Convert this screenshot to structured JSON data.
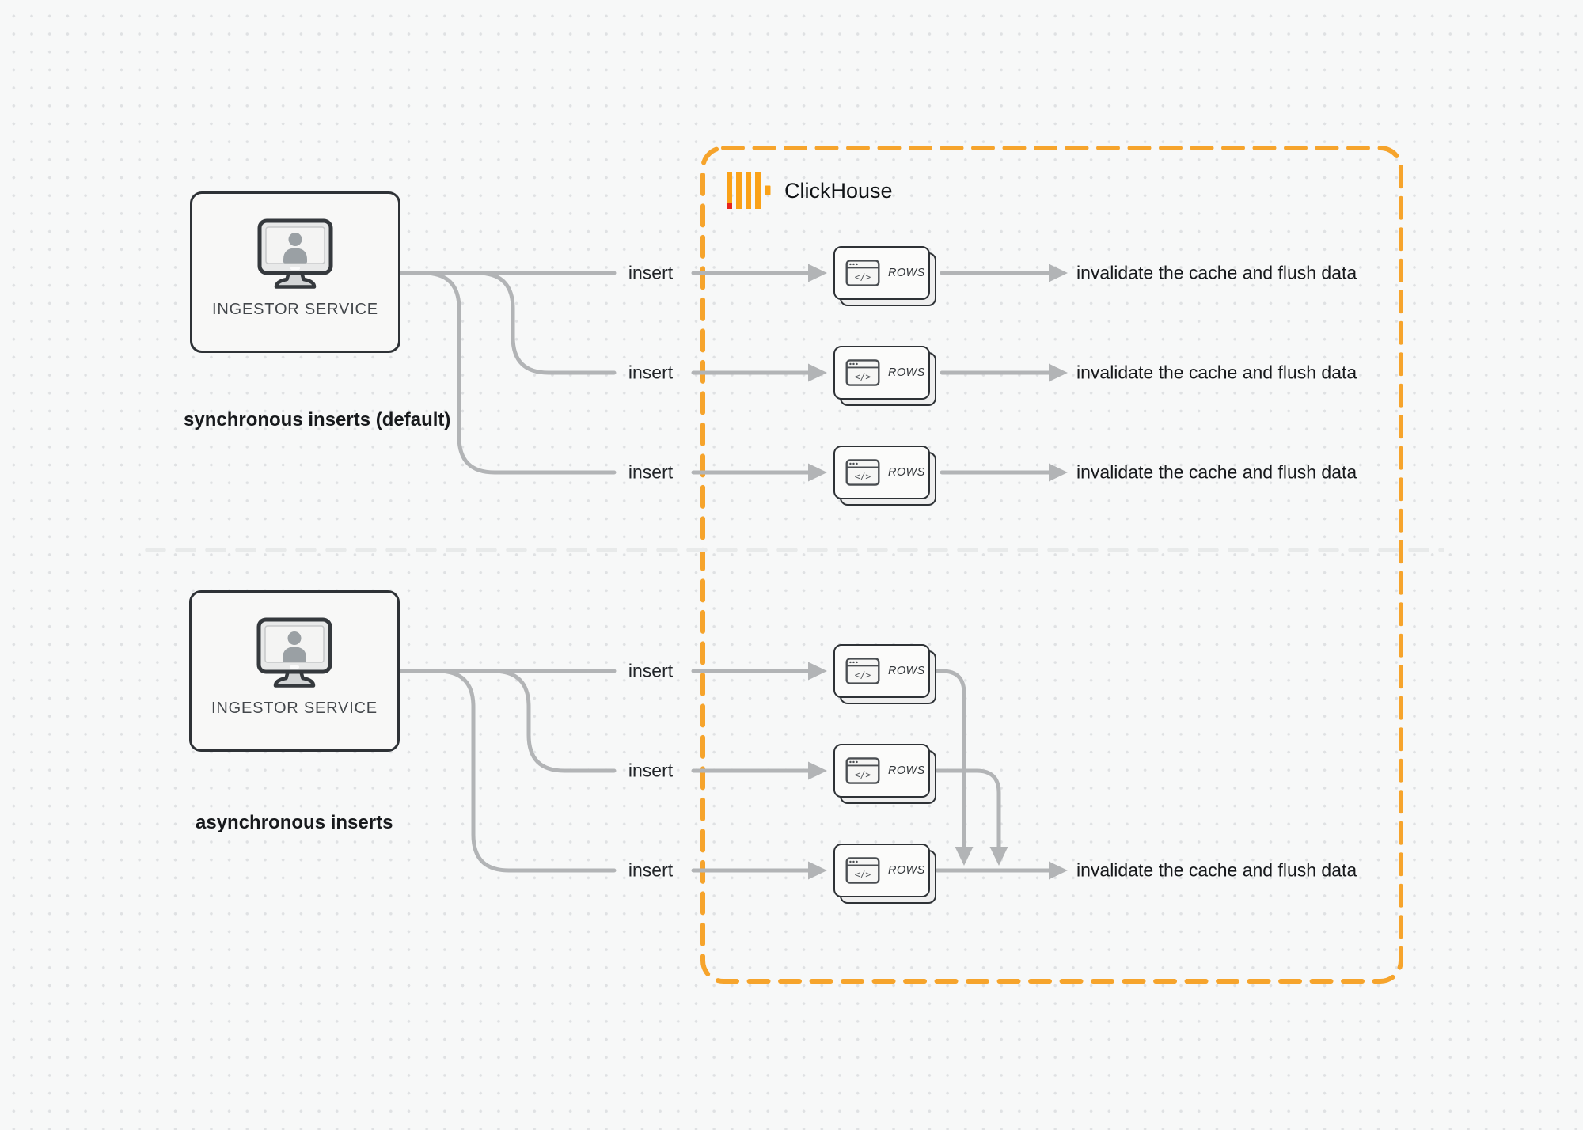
{
  "colors": {
    "background": "#f7f8f8",
    "dot_grid": "#dfe1e3",
    "connector_gray": "#b2b4b6",
    "node_border": "#2e3236",
    "node_fill": "#f8f8f7",
    "orange_accent": "#f6a42c",
    "logo_yellow": "#faa219",
    "logo_red": "#e8251c",
    "divider_gray": "#e8eaea",
    "text_dark": "#17191c",
    "card_fill": "#fbfbfa",
    "card_back_fill": "#eeeeee",
    "silhouette_gray": "#9aa0a4"
  },
  "glyphs": {
    "code_window": "</>"
  },
  "clickhouse": {
    "label": "ClickHouse",
    "logo_icon": "clickhouse-bars-logo"
  },
  "sections": [
    {
      "id": "synchronous-inserts",
      "title": "synchronous inserts (default)",
      "service": {
        "label": "INGESTOR SERVICE",
        "icon": "monitor-user-icon"
      },
      "flows": [
        {
          "insert_label": "insert",
          "row_card": {
            "label": "ROWS",
            "icon": "code-window-icon"
          },
          "outcome_label": "invalidate the cache and flush data"
        },
        {
          "insert_label": "insert",
          "row_card": {
            "label": "ROWS",
            "icon": "code-window-icon"
          },
          "outcome_label": "invalidate the cache and flush data"
        },
        {
          "insert_label": "insert",
          "row_card": {
            "label": "ROWS",
            "icon": "code-window-icon"
          },
          "outcome_label": "invalidate the cache and flush data"
        }
      ]
    },
    {
      "id": "asynchronous-inserts",
      "title": "asynchronous inserts",
      "service": {
        "label": "INGESTOR SERVICE",
        "icon": "monitor-user-icon"
      },
      "flows": [
        {
          "insert_label": "insert",
          "row_card": {
            "label": "ROWS",
            "icon": "code-window-icon"
          }
        },
        {
          "insert_label": "insert",
          "row_card": {
            "label": "ROWS",
            "icon": "code-window-icon"
          }
        },
        {
          "insert_label": "insert",
          "row_card": {
            "label": "ROWS",
            "icon": "code-window-icon"
          }
        }
      ],
      "shared_outcome_label": "invalidate the cache and flush data"
    }
  ]
}
